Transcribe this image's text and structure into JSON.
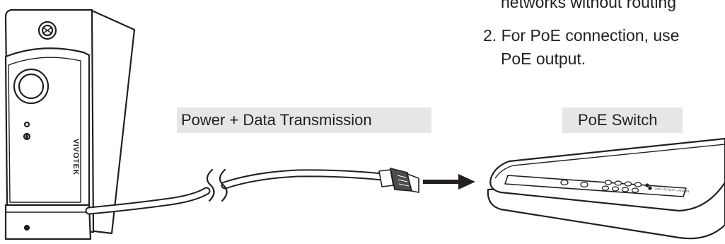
{
  "notes": {
    "line_top_partial": "networks without routing",
    "item_2_line_1": "2. For PoE connection, use",
    "item_2_line_2": "PoE output."
  },
  "labels": {
    "transmission": "Power + Data Transmission",
    "switch": "PoE Switch"
  },
  "camera": {
    "brand": "VIVOTEK"
  },
  "switch_panel": {
    "text": "LINK / ACTIVITY / POWER"
  },
  "colors": {
    "line": "#231f20",
    "label_bg": "#e6e6e6",
    "connector": "#4d4d4d"
  }
}
